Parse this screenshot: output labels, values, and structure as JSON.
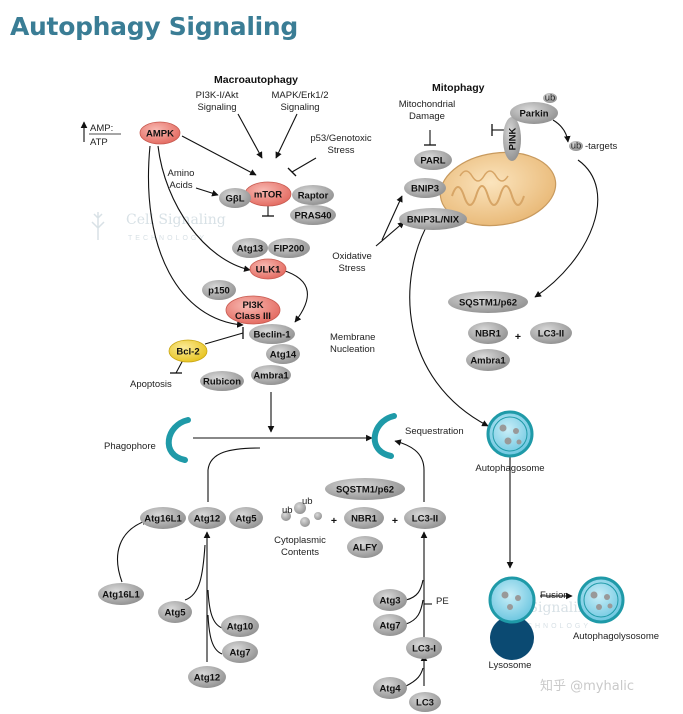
{
  "title": "Autophagy Signaling",
  "watermark": {
    "brand": "Cell Signaling",
    "sub": "TECHNOLOGY",
    "credit": "知乎 @myhalic"
  },
  "sections": {
    "macro": "Macroautophagy",
    "mito": "Mitophagy",
    "pi3k_akt": [
      "PI3K-I/Akt",
      "Signaling"
    ],
    "mapk": [
      "MAPK/Erk1/2",
      "Signaling"
    ],
    "p53": [
      "p53/Genotoxic",
      "Stress"
    ],
    "amino": [
      "Amino",
      "Acids"
    ],
    "amp": "AMP:",
    "atp": "ATP",
    "mito_damage": [
      "Mitochondrial",
      "Damage"
    ],
    "oxidative": [
      "Oxidative",
      "Stress"
    ],
    "ub_targets": "-targets",
    "membrane": [
      "Membrane",
      "Nucleation"
    ],
    "apoptosis": "Apoptosis",
    "phagophore": "Phagophore",
    "sequestration": "Sequestration",
    "autophagosome": "Autophagosome",
    "cytoplasmic": [
      "Cytoplasmic",
      "Contents"
    ],
    "pe": "PE",
    "fusion": "Fusion",
    "lysosome": "Lysosome",
    "autophagolysosome": "Autophagolysosome"
  },
  "nodes": {
    "ampk": "AMPK",
    "gbl": "GβL",
    "mtor": "mTOR",
    "raptor": "Raptor",
    "pras40": "PRAS40",
    "atg13": "Atg13",
    "fip200": "FIP200",
    "ulk1": "ULK1",
    "p150": "p150",
    "pi3k": [
      "PI3K",
      "Class III"
    ],
    "beclin1": "Beclin-1",
    "atg14": "Atg14",
    "ambra1": "Ambra1",
    "bcl2": "Bcl-2",
    "rubicon": "Rubicon",
    "parl": "PARL",
    "bnip3": "BNIP3",
    "bnip3l": "BNIP3L/NIX",
    "pink": "PINK",
    "parkin": "Parkin",
    "ub": "ub",
    "sqstm1_top": "SQSTM1/p62",
    "nbr1_top": "NBR1",
    "lc3ii_top": "LC3-II",
    "ambra1_mito": "Ambra1",
    "atg16l1_a": "Atg16L1",
    "atg12_a": "Atg12",
    "atg5_a": "Atg5",
    "atg16l1_b": "Atg16L1",
    "atg5_b": "Atg5",
    "atg10": "Atg10",
    "atg7_a": "Atg7",
    "atg12_b": "Atg12",
    "sqstm1_mid": "SQSTM1/p62",
    "nbr1_mid": "NBR1",
    "lc3ii_mid": "LC3-II",
    "alfy": "ALFY",
    "atg3": "Atg3",
    "atg7_b": "Atg7",
    "lc3i": "LC3-I",
    "atg4": "Atg4",
    "lc3": "LC3"
  },
  "plus": "+",
  "colors": {
    "title": "#3a7d95",
    "gray": "#a3a3a3",
    "salmon": "#ef8b82",
    "yellow": "#f2d23a",
    "teal": "#1f9aa8",
    "lysosome": "#0b4a72",
    "autophagosome": "#8fd3e8"
  }
}
